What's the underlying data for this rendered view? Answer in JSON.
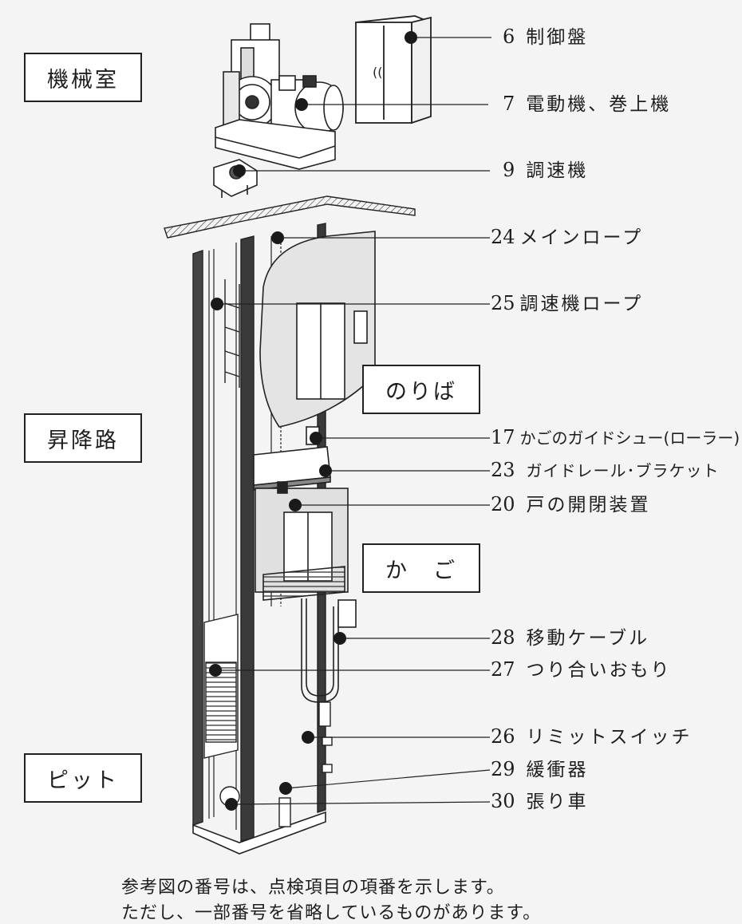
{
  "sections": {
    "machine_room": "機械室",
    "hoistway": "昇降路",
    "pit": "ピット",
    "landing": "のりば",
    "car": "か　ご"
  },
  "labels": [
    {
      "num": "6",
      "text": "制御盤"
    },
    {
      "num": "7",
      "text": "電動機、巻上機"
    },
    {
      "num": "9",
      "text": "調速機"
    },
    {
      "num": "24",
      "text": "メインロープ"
    },
    {
      "num": "25",
      "text": "調速機ロープ"
    },
    {
      "num": "17",
      "text": "かごのガイドシュー(ローラー)"
    },
    {
      "num": "23",
      "text": "ガイドレール･ブラケット"
    },
    {
      "num": "20",
      "text": "戸の開閉装置"
    },
    {
      "num": "28",
      "text": "移動ケーブル"
    },
    {
      "num": "27",
      "text": "つり合いおもり"
    },
    {
      "num": "26",
      "text": "リミットスイッチ"
    },
    {
      "num": "29",
      "text": "緩衝器"
    },
    {
      "num": "30",
      "text": "張り車"
    }
  ],
  "notes": [
    "参考図の番号は、点検項目の項番を示します。",
    "ただし、一部番号を省略しているものがあります。"
  ]
}
